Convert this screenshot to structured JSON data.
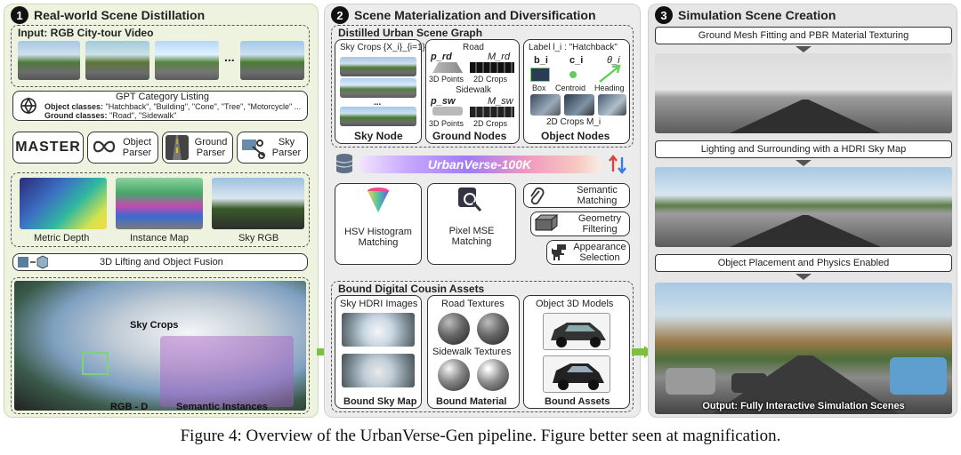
{
  "section1": {
    "number": "1",
    "title": "Real-world Scene Distillation",
    "input_label": "Input: RGB City-tour Video",
    "ellipsis": "...",
    "gpt_title": "GPT Category Listing",
    "object_classes_label": "Object classes:",
    "object_classes": "\"Hatchback\", \"Building\", \"Cone\", \"Tree\", \"Motorcycle\" ...",
    "ground_classes_label": "Ground classes:",
    "ground_classes": "\"Road\", \"Sidewalk\"",
    "master_label": "MASTER",
    "object_parser": "Object Parser",
    "ground_parser": "Ground Parser",
    "sky_parser": "Sky Parser",
    "metric_depth": "Metric Depth",
    "instance_map": "Instance Map",
    "sky_rgb": "Sky RGB",
    "lifting": "3D Lifting and Object Fusion",
    "sky_crops": "Sky Crops",
    "rgbd": "RGB - D",
    "semantic_instances": "Semantic Instances"
  },
  "section2": {
    "number": "2",
    "title": "Scene Materialization and Diversification",
    "graph_title": "Distilled Urban Scene Graph",
    "sky_crops_formula": "Sky Crops {X_i}_{i=1}^T",
    "ellipsis": "...",
    "road": "Road",
    "p_rd": "p_rd",
    "m_rd": "M_rd",
    "points_3d_a": "3D Points",
    "crops_2d_a": "2D Crops",
    "sidewalk": "Sidewalk",
    "p_sw": "p_sw",
    "m_sw": "M_sw",
    "points_3d_b": "3D Points",
    "crops_2d_b": "2D Crops",
    "label_line": "Label l_i : \"Hatchback\"",
    "b_i": "b_i",
    "c_i": "c_i",
    "theta_i": "θ_i",
    "box": "Box",
    "centroid": "Centroid",
    "heading": "Heading",
    "crops_2d_m": "2D Crops M_i",
    "sky_node": "Sky Node",
    "ground_nodes": "Ground Nodes",
    "object_nodes": "Object Nodes",
    "urbanverse": "UrbanVerse-100K",
    "hsv": "HSV Histogram Matching",
    "pixel_mse": "Pixel MSE Matching",
    "semantic_matching": "Semantic Matching",
    "geometry_filtering": "Geometry Filtering",
    "appearance_selection": "Appearance Selection",
    "bound_title": "Bound Digital Cousin Assets",
    "sky_hdri": "Sky HDRI Images",
    "road_textures": "Road Textures",
    "sidewalk_textures": "Sidewalk Textures",
    "object_models": "Object 3D Models",
    "bound_sky": "Bound Sky Map",
    "bound_material": "Bound Material",
    "bound_assets": "Bound Assets"
  },
  "section3": {
    "number": "3",
    "title": "Simulation Scene Creation",
    "step1": "Ground Mesh Fitting and PBR Material Texturing",
    "step2": "Lighting and Surrounding with a HDRI Sky Map",
    "step3": "Object Placement and Physics Enabled",
    "output": "Output:  Fully Interactive Simulation Scenes"
  },
  "caption": "Figure 4: Overview of the UrbanVerse-Gen pipeline. Figure better seen at magnification.",
  "colors": {
    "panel1": "#eef3df",
    "panel2": "#ececec",
    "panel3": "#e6e6e6",
    "arrow_green": "#7dbf3f",
    "banner_purple": "#a07cf5"
  }
}
